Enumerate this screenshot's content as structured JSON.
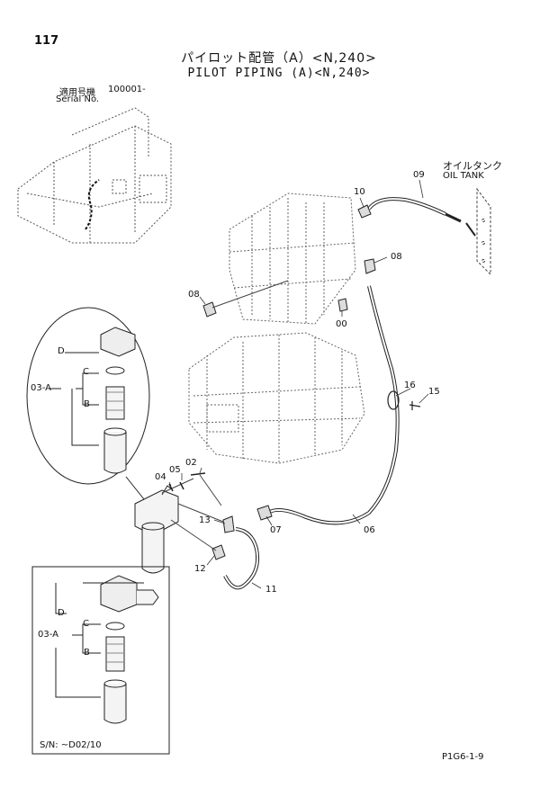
{
  "header": {
    "page_number": "117",
    "title_jp": "パイロット配管（A）<N,240>",
    "title_en": "PILOT PIPING (A)<N,240>",
    "serial_label_jp": "適用号機",
    "serial_label_en": "Serial No.",
    "serial_value": "100001-"
  },
  "oil_tank": {
    "label_jp": "オイルタンク",
    "label_en": "OIL TANK"
  },
  "callouts": {
    "c09": "09",
    "c10": "10",
    "c08a": "08",
    "c08b": "08",
    "c00": "00",
    "c16": "16",
    "c15": "15",
    "c02": "02",
    "c05": "05",
    "c04": "04",
    "c13": "13",
    "c07": "07",
    "c06": "06",
    "c12": "12",
    "c11": "11"
  },
  "detail_top": {
    "d": "D",
    "c": "C",
    "a": "03-A",
    "b": "B"
  },
  "detail_inset": {
    "d": "D",
    "c": "C",
    "a": "03-A",
    "b": "B",
    "serial_note": "S/N: ~D02/10"
  },
  "footer": {
    "page_code": "P1G6-1-9"
  }
}
